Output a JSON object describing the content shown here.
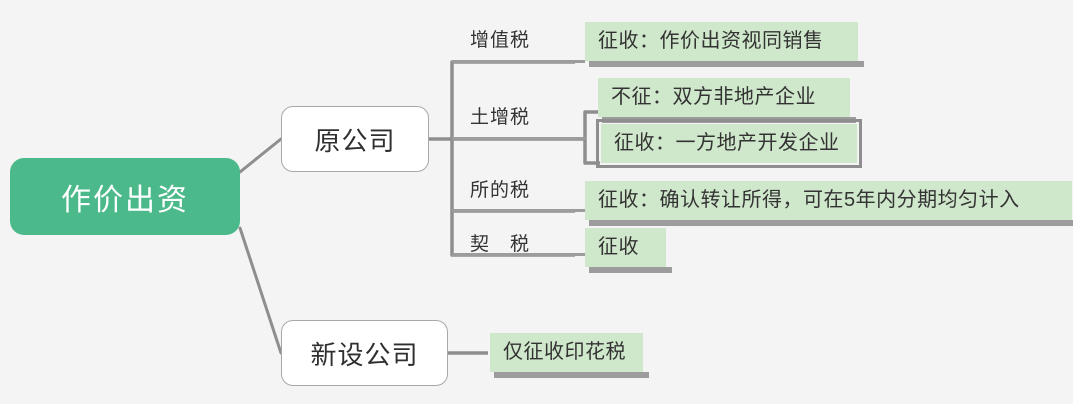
{
  "diagram": {
    "type": "mind-map",
    "background_color": "#f4f4f4",
    "root": {
      "label": "作价出资",
      "fill_color": "#4cb98a",
      "text_color": "#ffffff"
    },
    "branches": [
      {
        "label": "原公司",
        "topics": [
          {
            "label": "增值税",
            "leaves": [
              {
                "text": "征收：作价出资视同销售",
                "highlight_color": "#cfe7ca"
              }
            ]
          },
          {
            "label": "土增税",
            "leaves": [
              {
                "text": "不征：双方非地产企业",
                "highlight_color": "#cfe7ca"
              },
              {
                "text": "征收：一方地产开发企业",
                "highlight_color": "#cfe7ca"
              }
            ]
          },
          {
            "label": "所的税",
            "leaves": [
              {
                "text": "征收：确认转让所得，可在5年内分期均匀计入",
                "highlight_color": "#cfe7ca"
              }
            ]
          },
          {
            "label": "契　税",
            "leaves": [
              {
                "text": "征收",
                "highlight_color": "#cfe7ca"
              }
            ]
          }
        ]
      },
      {
        "label": "新设公司",
        "topics": [
          {
            "label": "",
            "leaves": [
              {
                "text": "仅征收印花税",
                "highlight_color": "#cfe7ca"
              }
            ]
          }
        ]
      }
    ],
    "line_color": "#8e8e8e"
  }
}
